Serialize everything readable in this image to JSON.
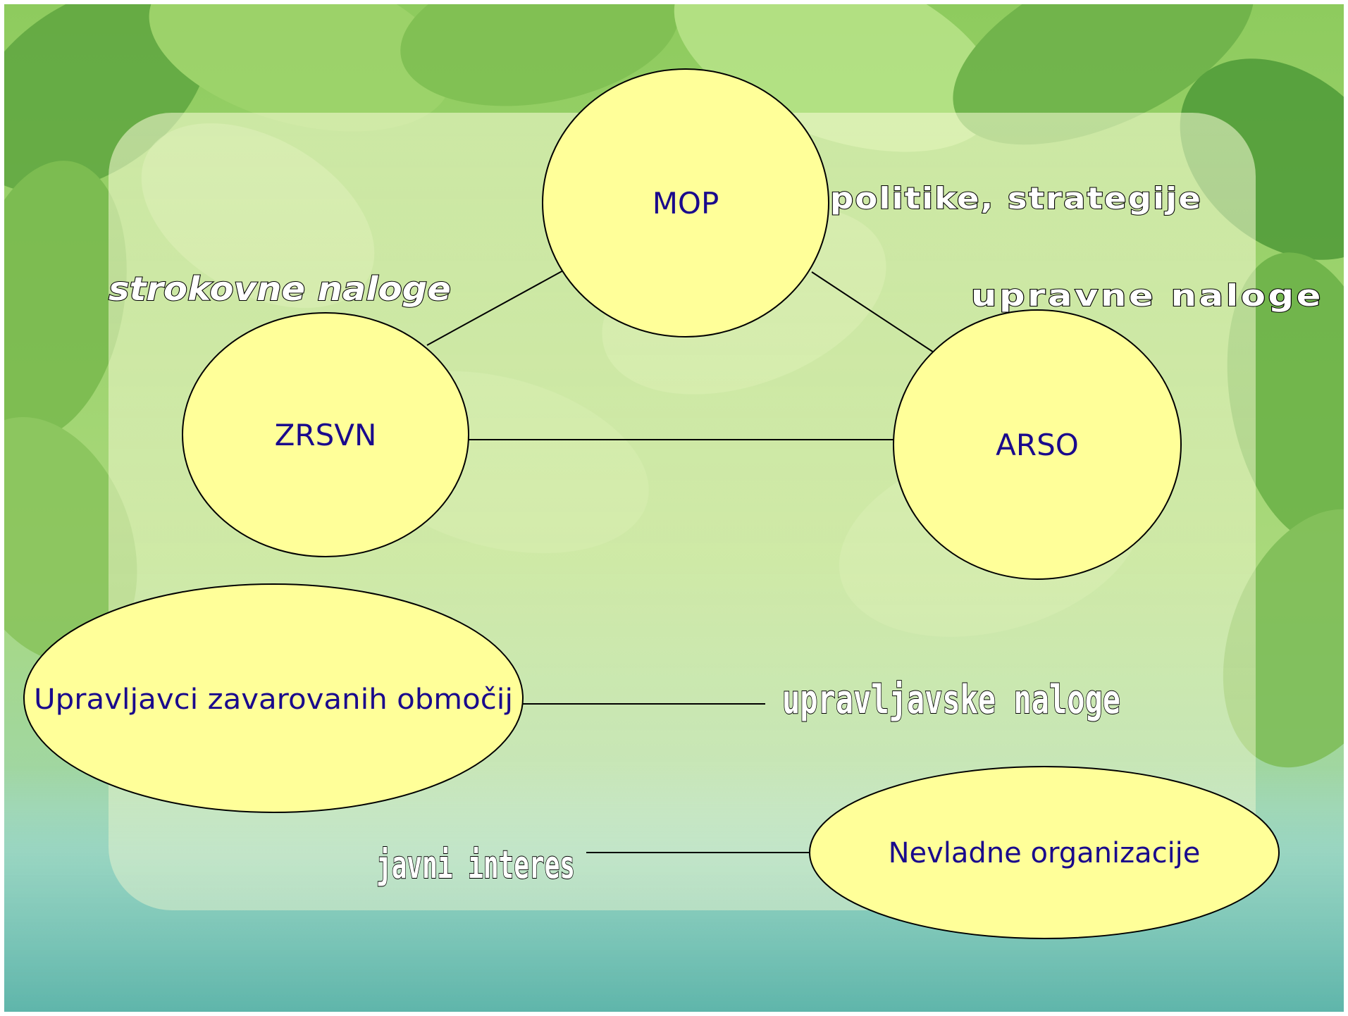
{
  "colors": {
    "node_fill": "#ffff99",
    "node_stroke": "#000000",
    "node_text": "#1a0a8c",
    "label_fill": "#ffffff",
    "label_stroke": "#000000",
    "panel": "#f4f7c4",
    "leaf_light": "#b8e07c",
    "leaf_dark": "#3e8a2c",
    "water": "#7cc7bd"
  },
  "nodes": {
    "mop": "MOP",
    "zrsvn": "ZRSVN",
    "arso": "ARSO",
    "upravljavci": "Upravljavci zavarovanih območij",
    "nevladne": "Nevladne organizacije"
  },
  "labels": {
    "politike": "politike, strategije",
    "strokovne": "strokovne naloge",
    "upravne": "upravne naloge",
    "upravljavske": "upravljavske naloge",
    "javni": "javni interes"
  }
}
